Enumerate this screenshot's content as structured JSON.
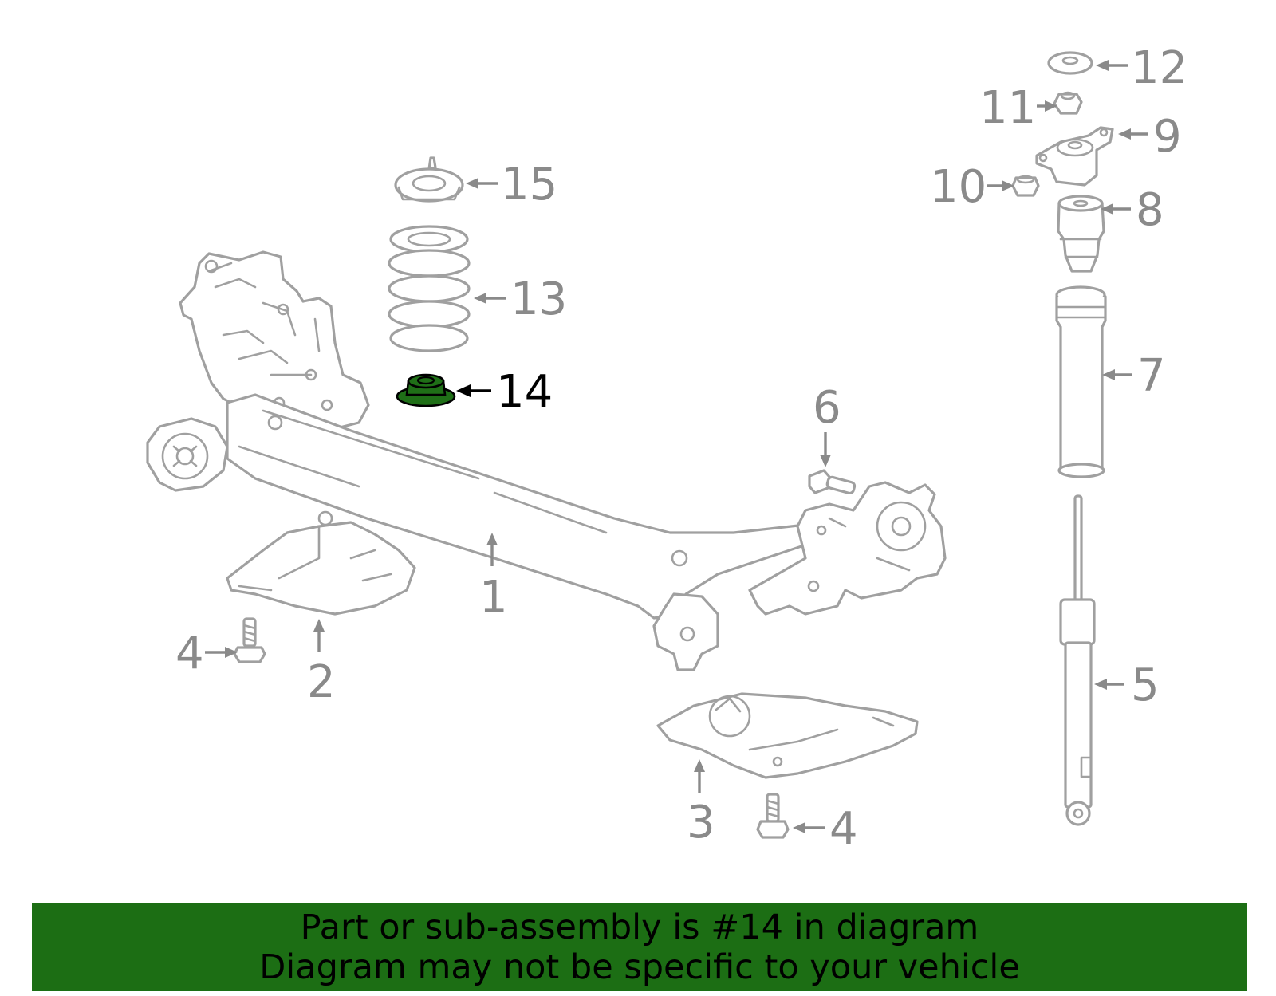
{
  "colors": {
    "highlight_fill": "#1f6f17",
    "banner_bg": "#1c6e14",
    "callout_text": "#8a8a8a",
    "highlight_text": "#000000"
  },
  "highlighted_part": "14",
  "callouts": {
    "c1": "1",
    "c2": "2",
    "c3": "3",
    "c4a": "4",
    "c4b": "4",
    "c5": "5",
    "c6": "6",
    "c7": "7",
    "c8": "8",
    "c9": "9",
    "c10": "10",
    "c11": "11",
    "c12": "12",
    "c13": "13",
    "c14": "14",
    "c15": "15"
  },
  "banner": {
    "line1": "Part or sub-assembly is #14 in diagram",
    "line2": "Diagram may not be specific to your vehicle"
  }
}
